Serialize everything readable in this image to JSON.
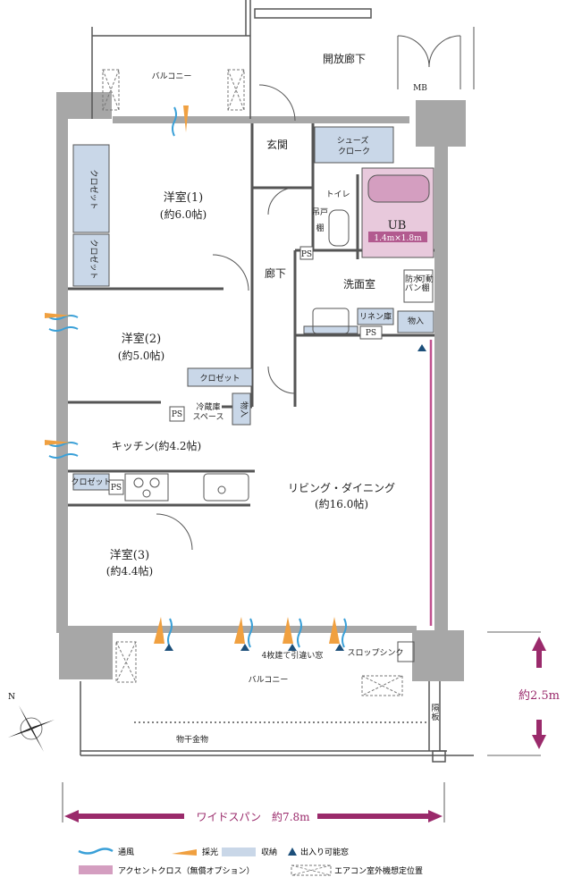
{
  "rooms": {
    "balcony_top": "バルコニー",
    "open_corridor": "開放廊下",
    "mb": "MB",
    "entrance": "玄関",
    "shoes_closet": "シューズ\nクローク",
    "toilet": "トイレ",
    "tobacco_shelf": "吊戸\n棚",
    "ub": "UB",
    "ub_size": "1.4m×1.8m",
    "ps_1": "PS",
    "corridor": "廊下",
    "washroom": "洗面室",
    "waterproof_pan": "防水\nパン",
    "movable_shelf": "可動\n棚",
    "linen_storage": "リネン庫",
    "ps_2": "PS",
    "storage_1": "物入",
    "room1": "洋室(1)",
    "room1_area": "(約6.0帖)",
    "closet_1": "クロゼット",
    "closet_2": "クロゼット",
    "room2": "洋室(2)",
    "room2_area": "(約5.0帖)",
    "closet_3": "クロゼット",
    "fridge_space": "冷蔵庫\nスペース",
    "storage_2": "物入",
    "ps_3": "PS",
    "kitchen": "キッチン(約4.2帖)",
    "closet_4": "クロゼット",
    "ps_4": "PS",
    "living": "リビング・ダイニング",
    "living_area": "(約16.0帖)",
    "room3": "洋室(3)",
    "room3_area": "(約4.4帖)",
    "sliding_window": "4枚建て引違い窓",
    "slop_sink": "スロップシンク",
    "balcony_bottom": "バルコニー",
    "partition": "隔\n板",
    "drying_hardware": "物干金物"
  },
  "dimensions": {
    "depth": "約2.5m",
    "wide_span": "ワイドスパン　約7.8m"
  },
  "compass": "N",
  "legend": {
    "ventilation": "通風",
    "daylight": "採光",
    "storage": "収納",
    "access_window": "出入り可能窓",
    "accent_cloth": "アクセントクロス（無償オプション）",
    "ac_unit": "エアコン室外機想定位置"
  },
  "colors": {
    "storage": "#c9d7e8",
    "accent": "#d49ec0",
    "accent_line": "#c0508f",
    "dimension": "#9a2a6b",
    "ventilation": "#3aa0d8",
    "daylight": "#f0a040",
    "access": "#1c4f7a",
    "wall": "#a7a7a7"
  }
}
